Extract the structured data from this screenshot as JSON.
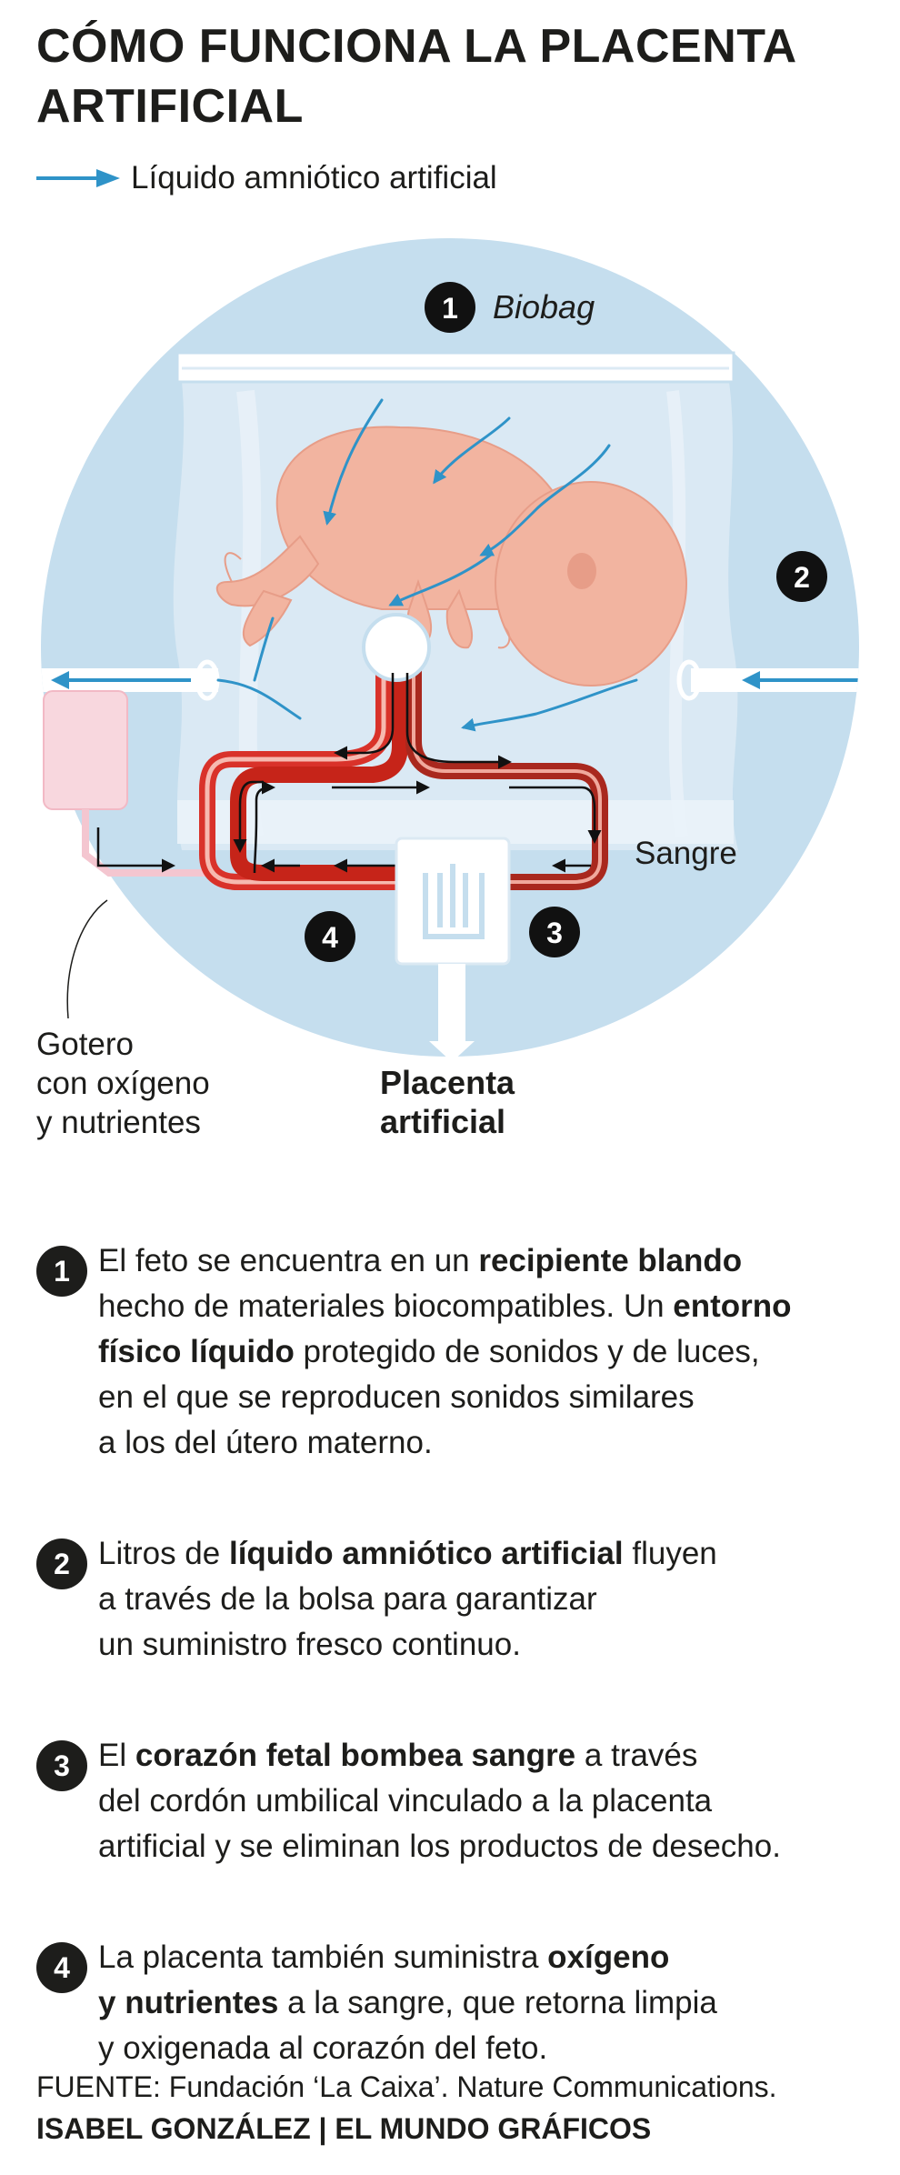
{
  "title": {
    "line1": "CÓMO FUNCIONA LA PLACENTA",
    "line2": "ARTIFICIAL"
  },
  "legend": {
    "label": "Líquido amniótico artificial"
  },
  "diagram": {
    "biobag_number": "1",
    "biobag_label": "Biobag",
    "amniotic_number": "2",
    "sangre_label": "Sangre",
    "placenta_number": "3",
    "drip_number": "4",
    "gotero": [
      "Gotero",
      "con oxígeno",
      "y nutrientes"
    ],
    "placenta": [
      "Placenta",
      "artificial"
    ]
  },
  "steps": [
    {
      "number": "1",
      "lines": [
        [
          {
            "t": "El feto se encuentra en un "
          },
          {
            "t": "recipiente blando",
            "b": true
          }
        ],
        [
          {
            "t": "hecho de materiales biocompatibles. Un "
          },
          {
            "t": "entorno",
            "b": true
          }
        ],
        [
          {
            "t": "físico líquido",
            "b": true
          },
          {
            "t": " protegido de sonidos y de luces,"
          }
        ],
        [
          {
            "t": "en el que se reproducen sonidos similares"
          }
        ],
        [
          {
            "t": "a los del útero materno."
          }
        ]
      ]
    },
    {
      "number": "2",
      "lines": [
        [
          {
            "t": "Litros de "
          },
          {
            "t": "líquido amniótico artificial",
            "b": true
          },
          {
            "t": " fluyen"
          }
        ],
        [
          {
            "t": "a través de la bolsa para garantizar"
          }
        ],
        [
          {
            "t": "un suministro fresco continuo."
          }
        ]
      ]
    },
    {
      "number": "3",
      "lines": [
        [
          {
            "t": "El "
          },
          {
            "t": "corazón fetal bombea sangre",
            "b": true
          },
          {
            "t": " a través"
          }
        ],
        [
          {
            "t": "del cordón umbilical vinculado a la placenta"
          }
        ],
        [
          {
            "t": "artificial y se eliminan los productos de desecho."
          }
        ]
      ]
    },
    {
      "number": "4",
      "lines": [
        [
          {
            "t": "La placenta también suministra "
          },
          {
            "t": "oxígeno",
            "b": true
          }
        ],
        [
          {
            "t": "y nutrientes",
            "b": true
          },
          {
            "t": " a la sangre, que retorna limpia"
          }
        ],
        [
          {
            "t": "y oxigenada al corazón del feto."
          }
        ]
      ]
    }
  ],
  "footer": {
    "source": "FUENTE: Fundación ‘La Caixa’. Nature Communications.",
    "credit": "ISABEL GONZÁLEZ | EL MUNDO GRÁFICOS"
  }
}
